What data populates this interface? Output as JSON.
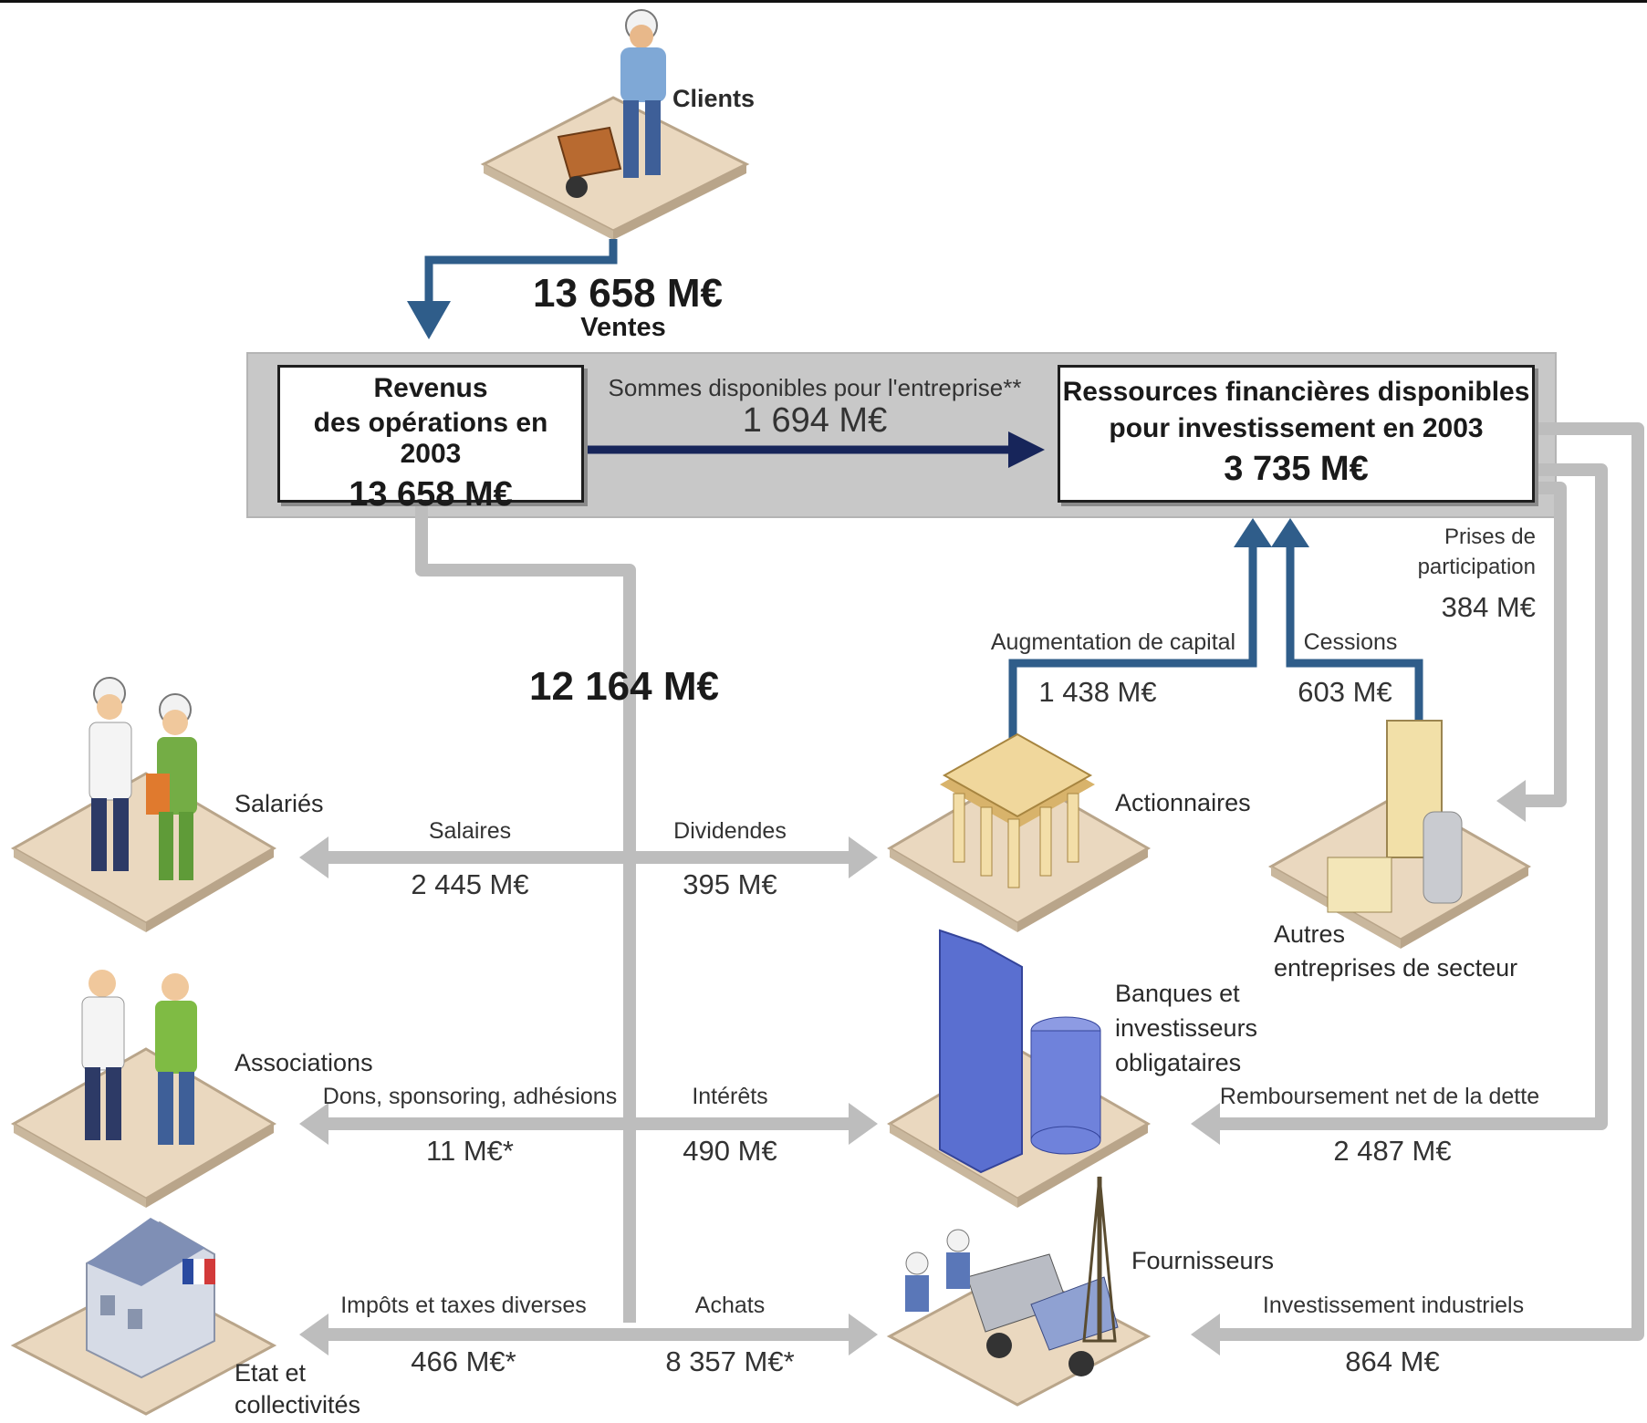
{
  "top": {
    "clients": "Clients",
    "sales_value": "13 658 M€",
    "sales_label": "Ventes"
  },
  "box_left": {
    "line1": "Revenus",
    "line2": "des opérations en 2003",
    "value": "13 658 M€"
  },
  "box_right": {
    "line1": "Ressources financières disponibles",
    "line2": "pour investissement en 2003",
    "value": "3 735 M€"
  },
  "middle_flow": {
    "label": "Sommes disponibles pour l'entreprise**",
    "value": "1 694 M€"
  },
  "distribution": {
    "value": "12 164 M€"
  },
  "actors": {
    "salaries": "Salariés",
    "associations": "Associations",
    "etat_line1": "Etat et",
    "etat_line2": "collectivités",
    "actionnaires": "Actionnaires",
    "autres_line1": "Autres",
    "autres_line2": "entreprises de secteur",
    "banques_line1": "Banques et",
    "banques_line2": "investisseurs",
    "banques_line3": "obligataires",
    "fournisseurs": "Fournisseurs"
  },
  "flows": {
    "salaires_label": "Salaires",
    "salaires_value": "2 445 M€",
    "dividendes_label": "Dividendes",
    "dividendes_value": "395 M€",
    "dons_label": "Dons, sponsoring, adhésions",
    "dons_value": "11 M€*",
    "interets_label": "Intérêts",
    "interets_value": "490 M€",
    "impots_label": "Impôts et taxes diverses",
    "impots_value": "466 M€*",
    "achats_label": "Achats",
    "achats_value": "8 357 M€*",
    "augmentation_label": "Augmentation de capital",
    "augmentation_value": "1 438 M€",
    "cessions_label": "Cessions",
    "cessions_value": "603 M€",
    "prises_line1": "Prises de",
    "prises_line2": "participation",
    "prises_value": "384 M€",
    "remboursement_label": "Remboursement net de la dette",
    "remboursement_value": "2 487 M€",
    "investissement_label": "Investissement industriels",
    "investissement_value": "864 M€"
  },
  "colors": {
    "blue_flow": "#2f5d8a",
    "dark_flow": "#17255a",
    "grey_flow": "#bdbdbd",
    "tile": "#ead8bf"
  }
}
